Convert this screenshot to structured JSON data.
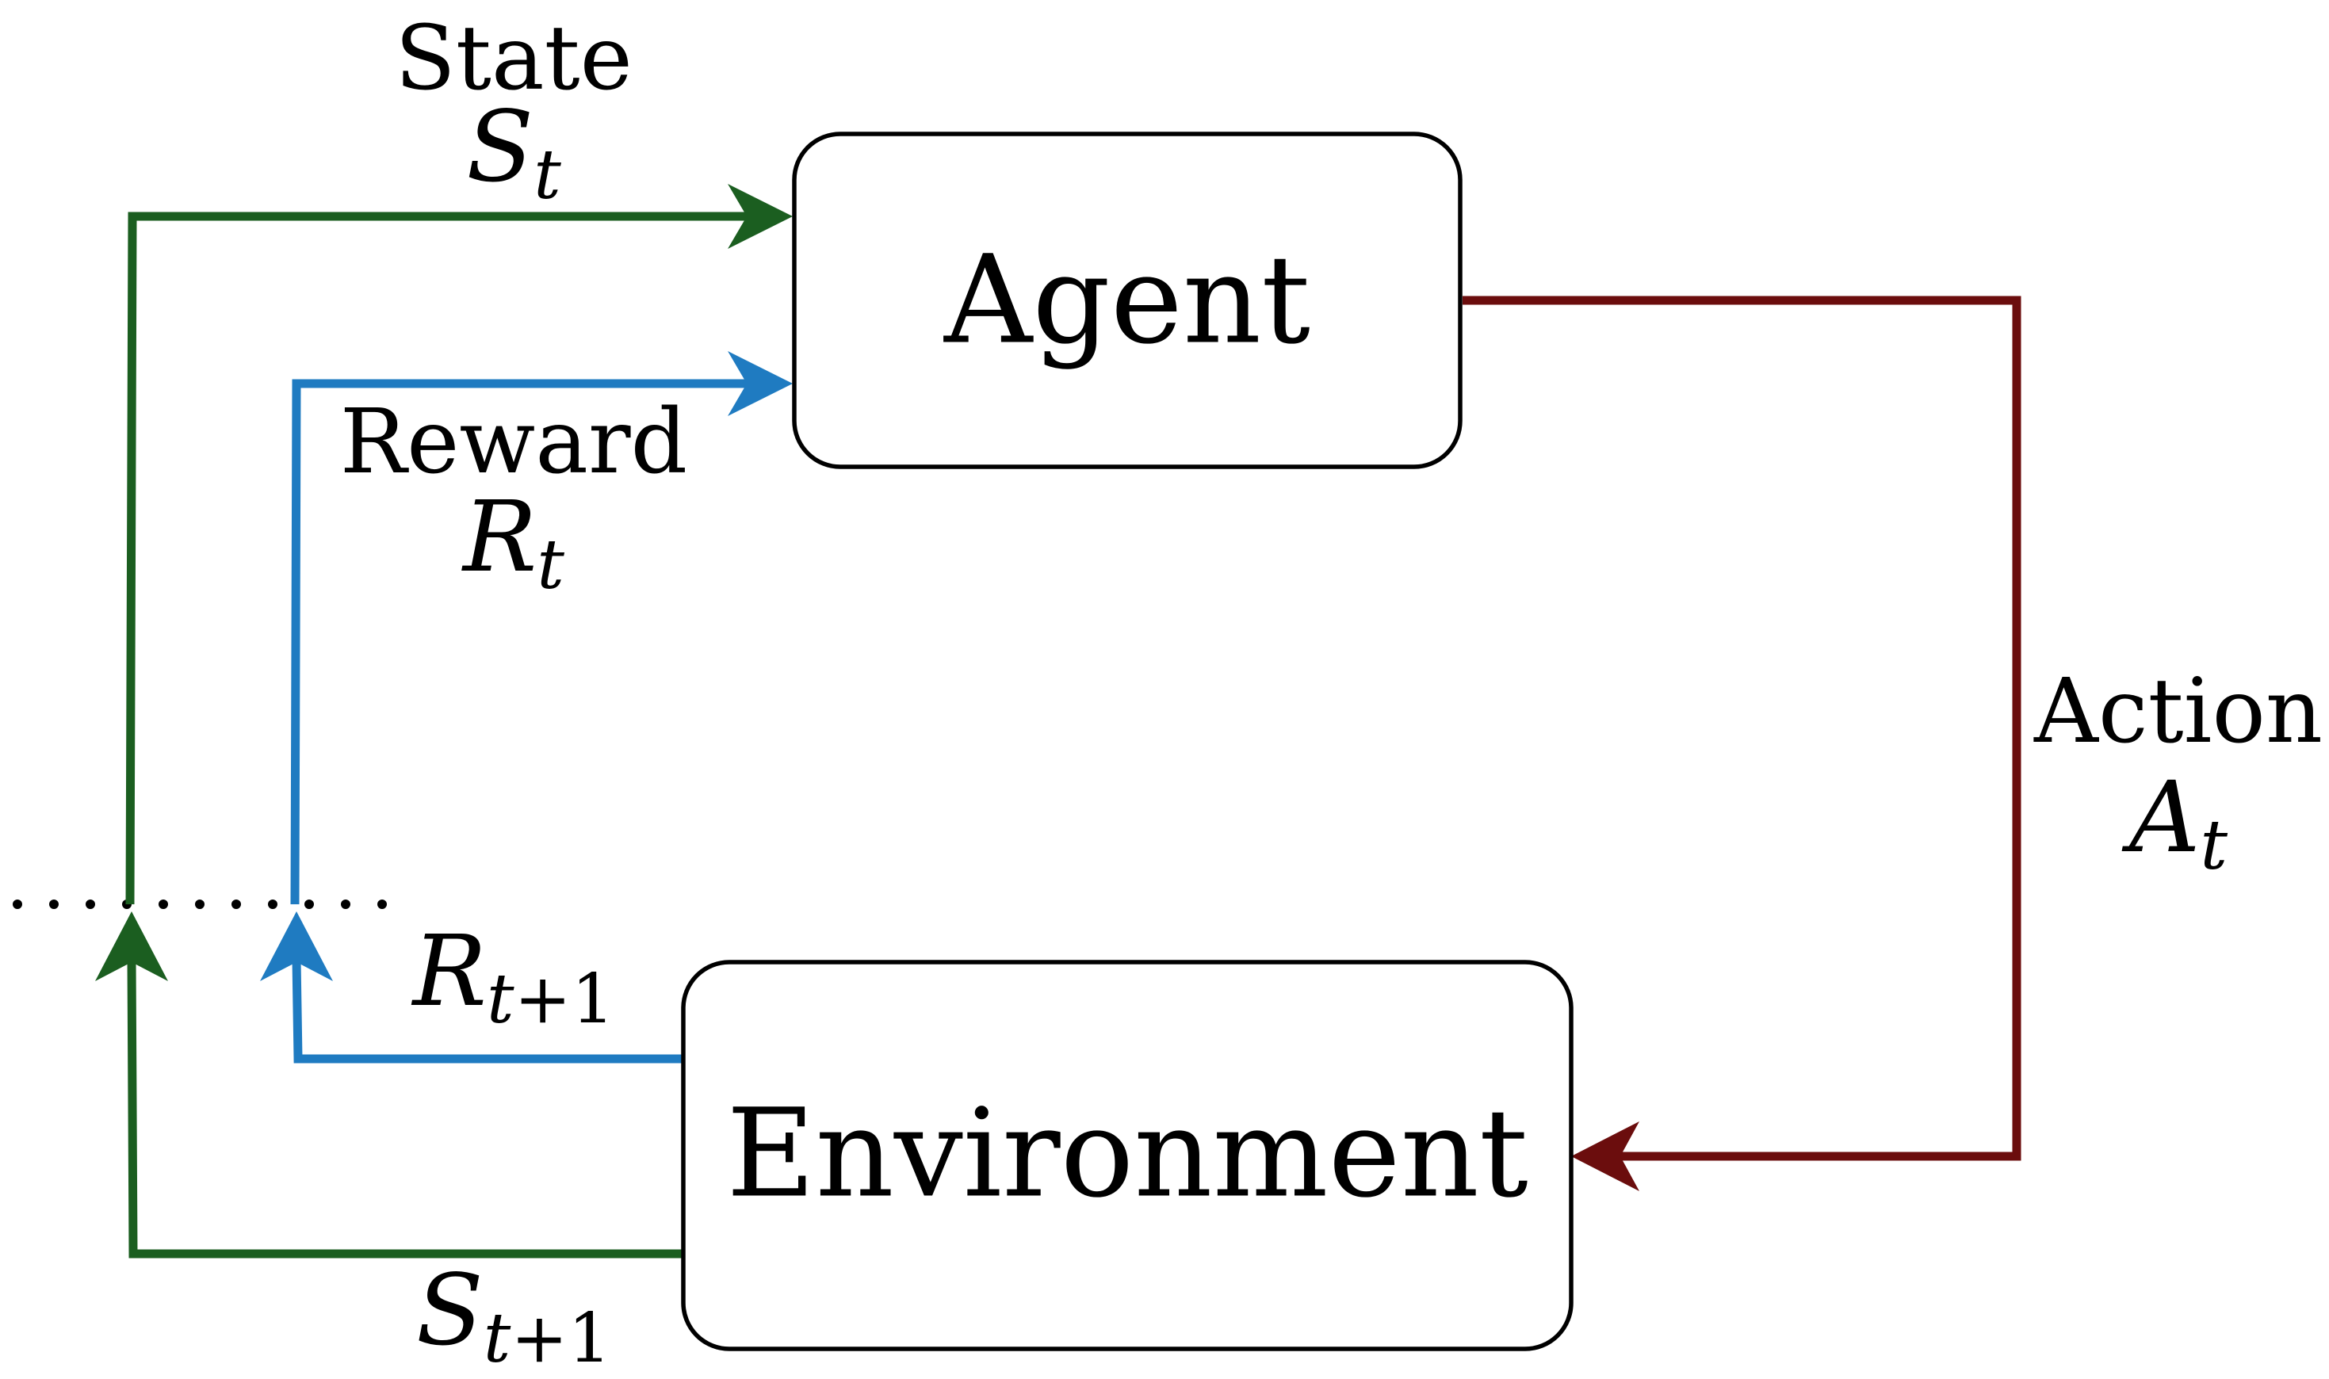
{
  "nodes": {
    "agent": {
      "label": "Agent"
    },
    "environment": {
      "label": "Environment"
    }
  },
  "edges": {
    "state": {
      "word": "State",
      "symbol": "S",
      "subscript": "t"
    },
    "reward": {
      "word": "Reward",
      "symbol": "R",
      "subscript": "t"
    },
    "action": {
      "word": "Action",
      "symbol": "A",
      "subscript": "t"
    },
    "next_reward": {
      "symbol": "R",
      "subscript": "t",
      "subscript_rest": "+1"
    },
    "next_state": {
      "symbol": "S",
      "subscript": "t",
      "subscript_rest": "+1"
    }
  },
  "colors": {
    "state": "#1b5e20",
    "reward": "#1f7bc1",
    "action": "#6b0d0d",
    "box_stroke": "#000000",
    "text": "#000000",
    "separator": "#000000"
  }
}
